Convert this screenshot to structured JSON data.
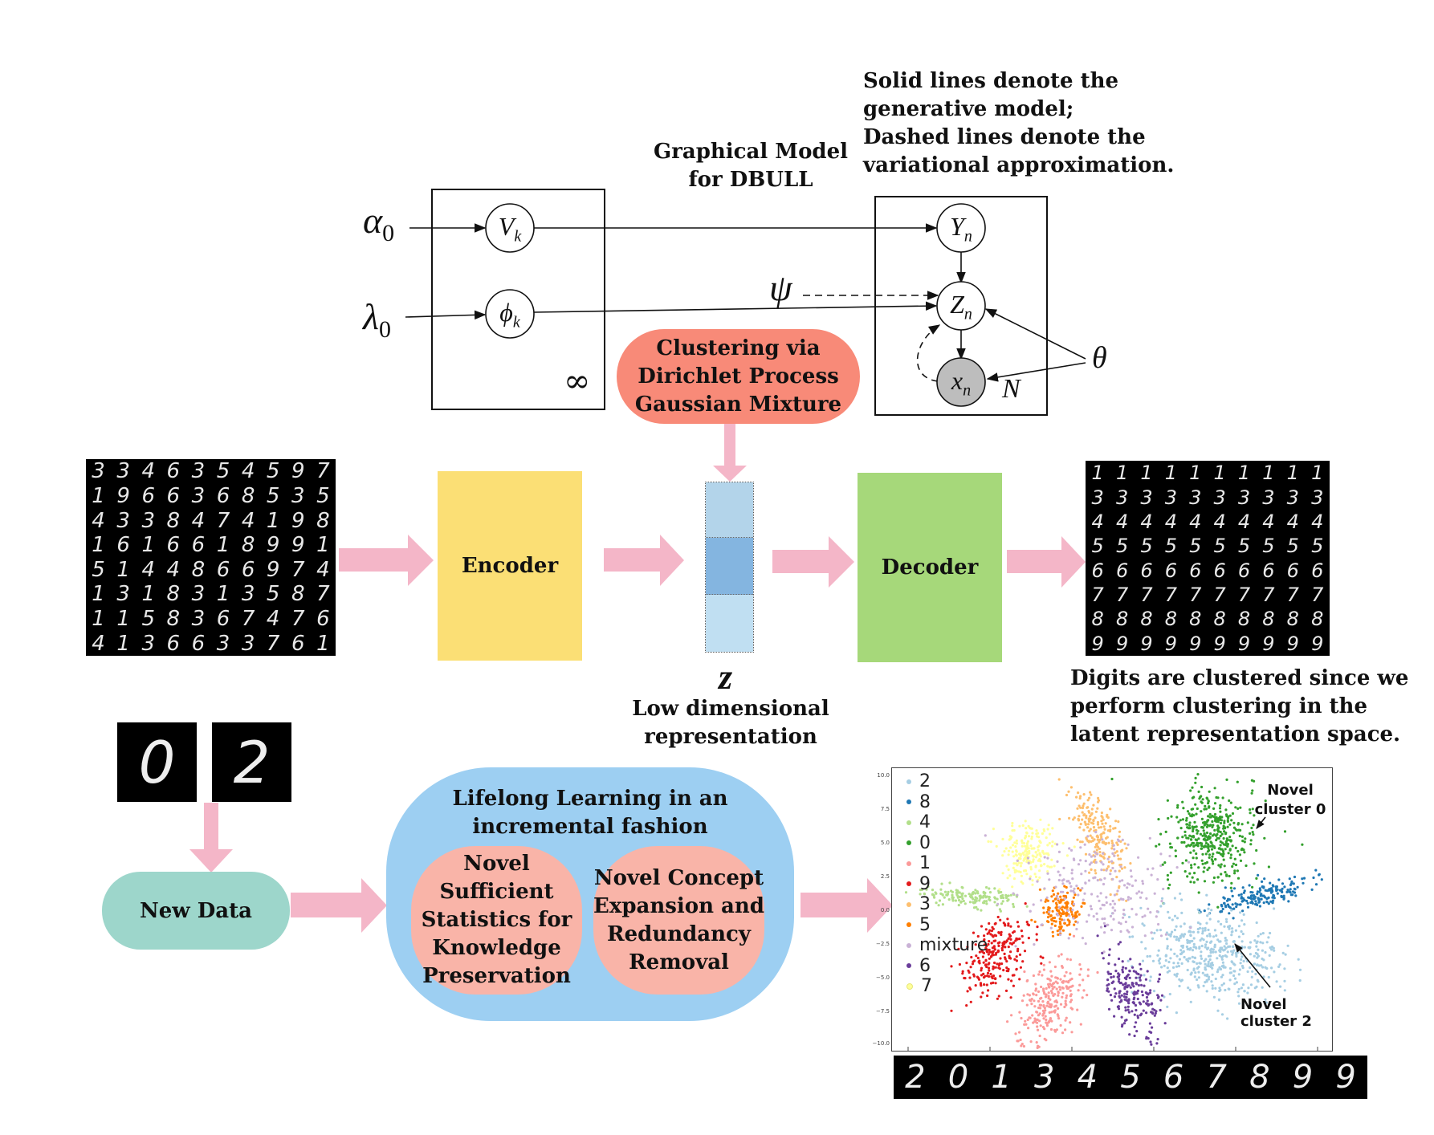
{
  "graphical_model": {
    "title_line1": "Graphical Model",
    "title_line2": "for DBULL",
    "note_lines": [
      "Solid lines denote the",
      "generative model;",
      "Dashed lines denote the",
      "variational approximation."
    ],
    "alpha0": "α",
    "alpha0_sub": "0",
    "lambda0": "λ",
    "lambda0_sub": "0",
    "Vk": "V",
    "Vk_sub": "k",
    "phik": "ϕ",
    "phik_sub": "k",
    "psi": "ψ",
    "Yn": "Y",
    "Yn_sub": "n",
    "Zn": "Z",
    "Zn_sub": "n",
    "xn": "x",
    "xn_sub": "n",
    "theta": "θ",
    "N": "N",
    "infinity": "∞"
  },
  "pipeline": {
    "clustering_line1": "Clustering via",
    "clustering_line2": "Dirichlet Process",
    "clustering_line3": "Gaussian Mixture",
    "encoder": "Encoder",
    "decoder": "Decoder",
    "z_symbol": "z",
    "z_caption_line1": "Low dimensional",
    "z_caption_line2": "representation",
    "output_caption_lines": [
      "Digits are clustered since we",
      "perform clustering in the",
      "latent representation space."
    ]
  },
  "input_digits": [
    [
      "3",
      "3",
      "4",
      "6",
      "3",
      "5",
      "4",
      "5",
      "9",
      "7"
    ],
    [
      "1",
      "9",
      "6",
      "6",
      "3",
      "6",
      "8",
      "5",
      "3",
      "5"
    ],
    [
      "4",
      "3",
      "3",
      "8",
      "4",
      "7",
      "4",
      "1",
      "9",
      "8"
    ],
    [
      "1",
      "6",
      "1",
      "6",
      "6",
      "1",
      "8",
      "9",
      "9",
      "1"
    ],
    [
      "5",
      "1",
      "4",
      "4",
      "8",
      "6",
      "6",
      "9",
      "7",
      "4"
    ],
    [
      "1",
      "3",
      "1",
      "8",
      "3",
      "1",
      "3",
      "5",
      "8",
      "7"
    ],
    [
      "1",
      "1",
      "5",
      "8",
      "3",
      "6",
      "7",
      "4",
      "7",
      "6"
    ],
    [
      "4",
      "1",
      "3",
      "6",
      "6",
      "3",
      "3",
      "7",
      "6",
      "1"
    ]
  ],
  "output_digits": [
    [
      "1",
      "1",
      "1",
      "1",
      "1",
      "1",
      "1",
      "1",
      "1",
      "1"
    ],
    [
      "3",
      "3",
      "3",
      "3",
      "3",
      "3",
      "3",
      "3",
      "3",
      "3"
    ],
    [
      "4",
      "4",
      "4",
      "4",
      "4",
      "4",
      "4",
      "4",
      "4",
      "4"
    ],
    [
      "5",
      "5",
      "5",
      "5",
      "5",
      "5",
      "5",
      "5",
      "5",
      "5"
    ],
    [
      "6",
      "6",
      "6",
      "6",
      "6",
      "6",
      "6",
      "6",
      "6",
      "6"
    ],
    [
      "7",
      "7",
      "7",
      "7",
      "7",
      "7",
      "7",
      "7",
      "7",
      "7"
    ],
    [
      "8",
      "8",
      "8",
      "8",
      "8",
      "8",
      "8",
      "8",
      "8",
      "8"
    ],
    [
      "9",
      "9",
      "9",
      "9",
      "9",
      "9",
      "9",
      "9",
      "9",
      "9"
    ]
  ],
  "new_data": {
    "digits": [
      "0",
      "2"
    ],
    "label": "New Data"
  },
  "lifelong": {
    "title_line1": "Lifelong Learning in an",
    "title_line2": "incremental fashion",
    "left_lines": [
      "Novel Sufficient",
      "Statistics for",
      "Knowledge",
      "Preservation"
    ],
    "right_lines": [
      "Novel Concept",
      "Expansion and",
      "Redundancy",
      "Removal"
    ]
  },
  "scatter": {
    "legend": [
      {
        "label": "2",
        "color": "#a6cee3"
      },
      {
        "label": "8",
        "color": "#1f78b4"
      },
      {
        "label": "4",
        "color": "#b2df8a"
      },
      {
        "label": "0",
        "color": "#33a02c"
      },
      {
        "label": "1",
        "color": "#fb9a99"
      },
      {
        "label": "9",
        "color": "#e31a1c"
      },
      {
        "label": "3",
        "color": "#fdbf6f"
      },
      {
        "label": "5",
        "color": "#ff7f00"
      },
      {
        "label": "mixture",
        "color": "#cab2d6"
      },
      {
        "label": "6",
        "color": "#6a3d9a"
      },
      {
        "label": "7",
        "color": "#ffff99"
      }
    ],
    "yticks": [
      "10.0",
      "7.5",
      "5.0",
      "2.5",
      "0.0",
      "−2.5",
      "−5.0",
      "−7.5",
      "−10.0"
    ],
    "annotation_top_line1": "Novel",
    "annotation_top_line2": "cluster 0",
    "annotation_bottom": "Novel cluster 2",
    "bottom_strip_digits": [
      "2",
      "0",
      "1",
      "3",
      "4",
      "5",
      "6",
      "7",
      "8",
      "9",
      "9"
    ]
  },
  "colors": {
    "arrow_pink": "#f4b6c8",
    "clustering_salmon": "#f88a78",
    "encoder_yellow": "#fbdf75",
    "decoder_green": "#a6d87a",
    "z_light": "#b3d4ea",
    "z_mid": "#84b5e0",
    "z_pale": "#c0dff2",
    "new_data_teal": "#9dd6cb",
    "lifelong_blue": "#9dcff2",
    "inner_salmon": "#f9b4a8"
  }
}
